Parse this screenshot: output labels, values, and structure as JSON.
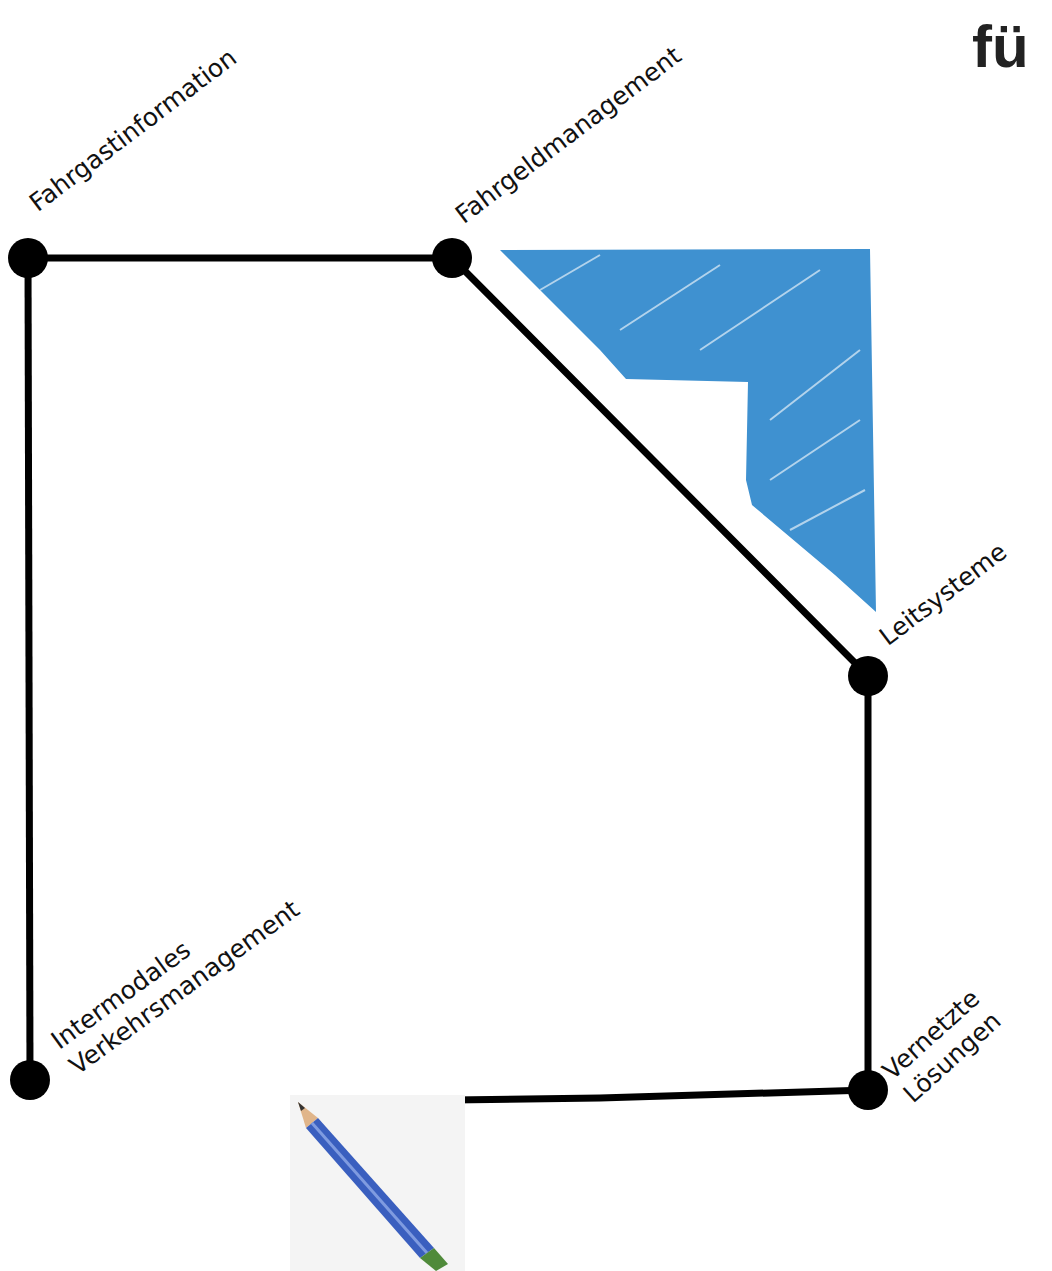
{
  "diagram": {
    "nodes": [
      {
        "text": [
          "Fahrgastinformation"
        ]
      },
      {
        "text": [
          "Fahrgeldmanagement"
        ]
      },
      {
        "text": [
          "Leitsysteme"
        ]
      },
      {
        "text": [
          "Vernetzte Lösungen"
        ]
      },
      {
        "text": [
          "Intermodales Verkehrsmanagement"
        ]
      }
    ],
    "edges": [
      {
        "from": 0,
        "to": 1,
        "arrow": "none"
      },
      {
        "from": 1,
        "to": 2,
        "arrow": "none"
      },
      {
        "from": 2,
        "to": 3,
        "arrow": "none"
      },
      {
        "from": 0,
        "to": 4,
        "arrow": "none"
      }
    ],
    "labels": [
      "fü"
    ]
  }
}
